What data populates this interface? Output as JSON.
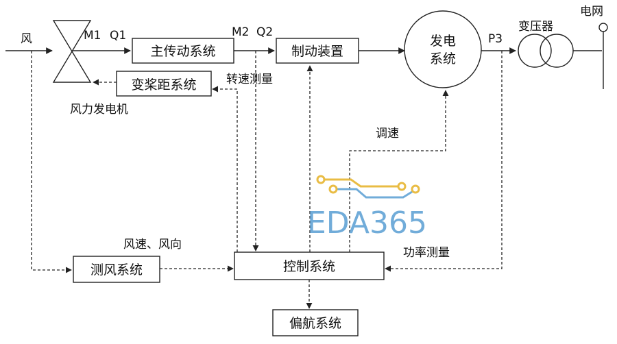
{
  "nodes": {
    "main_drive": "主传动系统",
    "brake": "制动装置",
    "generator_line1": "发电",
    "generator_line2": "系统",
    "transformer": "变压器",
    "grid": "电网",
    "pitch": "变桨距系统",
    "wind_measure": "测风系统",
    "control": "控制系统",
    "yaw": "偏航系统"
  },
  "labels": {
    "wind": "风",
    "turbine": "风力发电机",
    "m1": "M1",
    "q1": "Q1",
    "m2": "M2",
    "q2": "Q2",
    "p3": "P3",
    "speed_measure": "转速测量",
    "speed_regulate": "调速",
    "wind_speed_dir": "风速、风向",
    "power_measure": "功率测量"
  },
  "watermark": {
    "text": "EDA365",
    "color": "#6aa8d8",
    "circuit_color": "#e8b93a"
  }
}
